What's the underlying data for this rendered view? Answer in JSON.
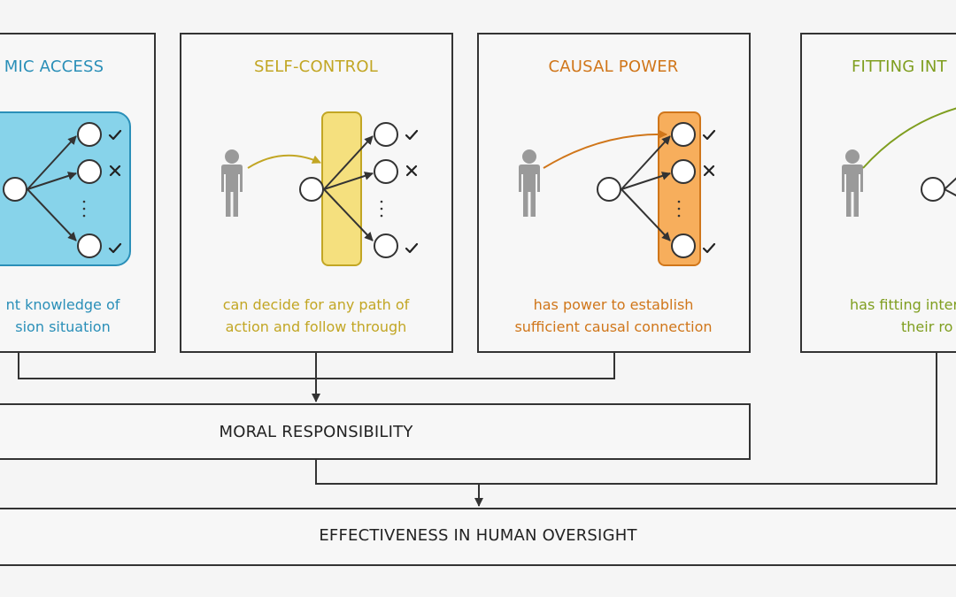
{
  "colors": {
    "blue": "#2a8fb8",
    "blue_fill": "#87d3ea",
    "yellow": "#c2a624",
    "yellow_fill": "#f5e07e",
    "orange": "#d0761a",
    "orange_fill": "#f7ae5c",
    "green": "#7f9e1f",
    "gray_person": "#9a9a9a",
    "line": "#333333"
  },
  "icons": [
    "person-icon",
    "checkmark-icon",
    "cross-icon",
    "ellipsis-icon",
    "arrow-icon"
  ],
  "panels": {
    "epistemic": {
      "title": "MIC ACCESS",
      "desc_line1": "nt knowledge of",
      "desc_line2": "sion situation"
    },
    "self_control": {
      "title": "SELF-CONTROL",
      "desc_line1": "can decide for any path of",
      "desc_line2": "action and follow through"
    },
    "causal": {
      "title": "CAUSAL POWER",
      "desc_line1": "has power to establish",
      "desc_line2": "sufficient causal connection"
    },
    "fitting": {
      "title": "FITTING INT",
      "desc_line1": "has fitting inter",
      "desc_line2": "their ro"
    }
  },
  "moral_responsibility": "MORAL RESPONSIBILITY",
  "effectiveness": "EFFECTIVENESS IN HUMAN OVERSIGHT"
}
